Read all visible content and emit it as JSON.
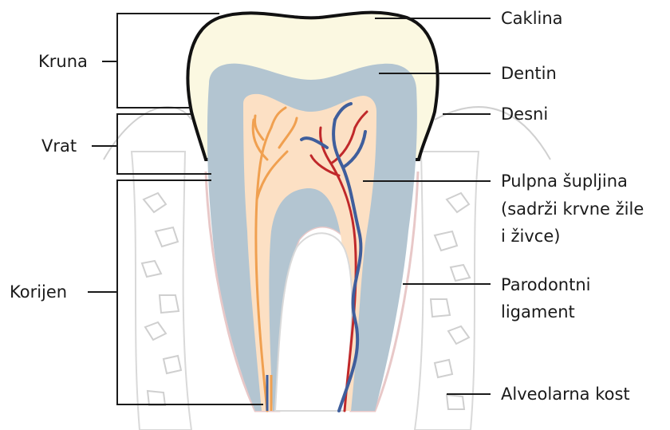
{
  "labels": {
    "left": {
      "crown": "Kruna",
      "neck": "Vrat",
      "root": "Korijen"
    },
    "right": {
      "enamel": "Caklina",
      "dentin": "Dentin",
      "gum": "Desni",
      "pulp_line1": "Pulpna šupljina",
      "pulp_line2": "(sadrži krvne žile",
      "pulp_line3": "i živce)",
      "ligament_line1": "Parodontni",
      "ligament_line2": "ligament",
      "bone": "Alveolarna kost"
    }
  },
  "colors": {
    "enamel": "#fbf8e1",
    "dentin": "#b3c5d1",
    "pulp": "#fce0c4",
    "nerve": "#f0a050",
    "artery": "#c0282a",
    "vein": "#3f5e9c",
    "bone_outline": "#d9d9d9",
    "ligament": "#e8c8c8",
    "leader": "#1a1a1a"
  }
}
